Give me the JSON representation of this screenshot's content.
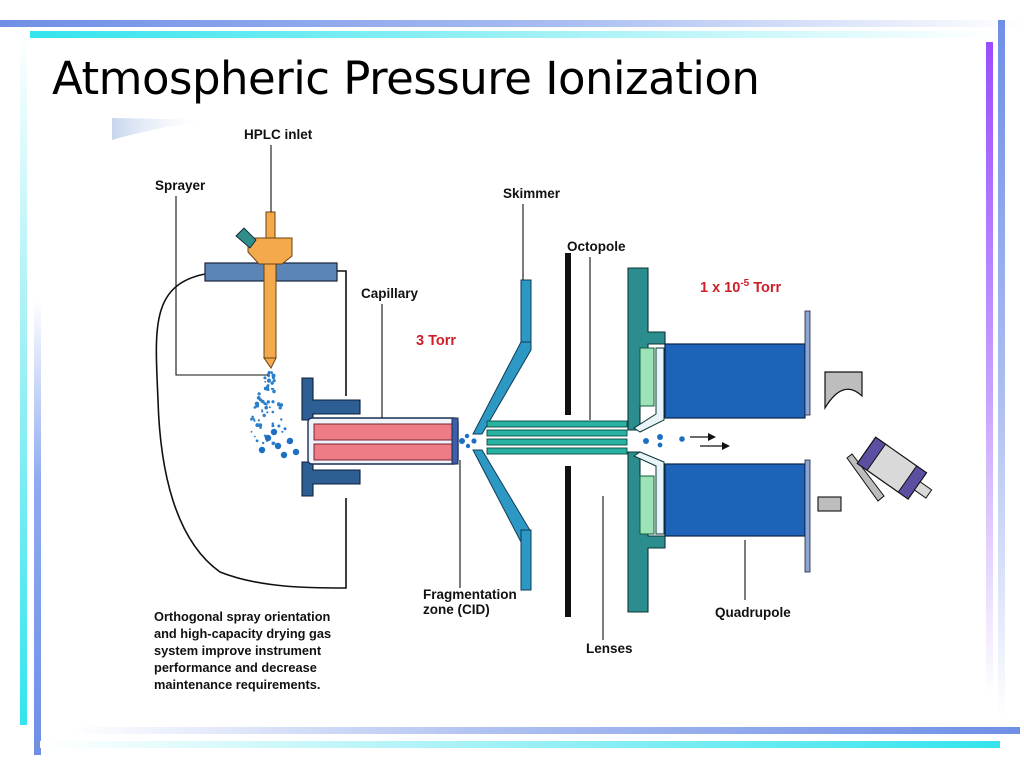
{
  "slide": {
    "title": "Atmospheric Pressure Ionization"
  },
  "colors": {
    "accent_cyan": "#33e4ee",
    "accent_blue": "#6f8fe6",
    "accent_purple": "#9b4dff",
    "source_housing": "#5b85b7",
    "sprayer": "#f4a94d",
    "capillary": "#ee7c86",
    "skimmer": "#2e98c4",
    "octopole": "#27b2a2",
    "lens_frame": "#2c8d8e",
    "quadrupole": "#1d64b8",
    "pressure_label": "#cc1f2a"
  },
  "diagram": {
    "labels": {
      "hplc_inlet": "HPLC inlet",
      "sprayer": "Sprayer",
      "skimmer": "Skimmer",
      "octopole": "Octopole",
      "capillary": "Capillary",
      "pressure_capillary": "3 Torr",
      "pressure_quadrupole_base": "1 x 10",
      "pressure_quadrupole_exp": "-5",
      "pressure_quadrupole_unit": " Torr",
      "fragmentation_line1": "Fragmentation",
      "fragmentation_line2": "zone (CID)",
      "lenses": "Lenses",
      "quadrupole": "Quadrupole"
    },
    "note_lines": [
      "Orthogonal spray orientation",
      "and high-capacity drying gas",
      "system improve instrument",
      "performance and decrease",
      "maintenance requirements."
    ]
  }
}
